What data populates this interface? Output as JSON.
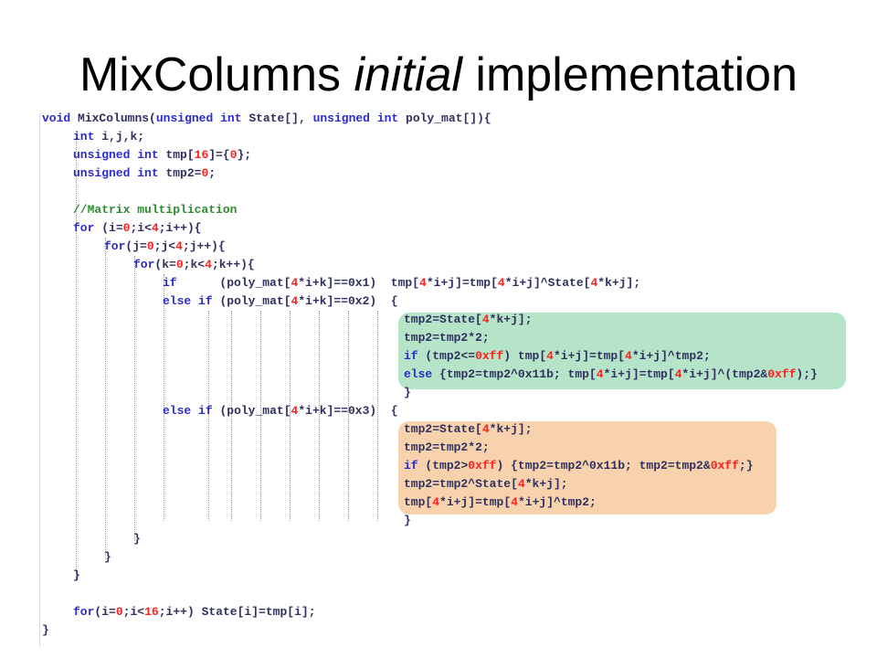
{
  "title": {
    "prefix": "MixColumns ",
    "italic": "initial",
    "suffix": " implementation"
  },
  "code": {
    "line_01": [
      "void MixColumns(unsigned int State[], unsigned int poly_mat[]){"
    ],
    "line_02": [
      "int i,j,k;"
    ],
    "line_03": [
      "unsigned int tmp[16]={0};"
    ],
    "line_04": [
      "unsigned int tmp2=0;"
    ],
    "line_05": [
      "//Matrix multiplication"
    ],
    "line_06": [
      "for (i=0;i<4;i++){"
    ],
    "line_07": [
      "for(j=0;j<4;j++){"
    ],
    "line_08": [
      "for(k=0;k<4;k++){"
    ],
    "line_09": [
      "if      (poly_mat[4*i+k]==0x1)  tmp[4*i+j]=tmp[4*i+j]^State[4*k+j];"
    ],
    "line_10": [
      "else if (poly_mat[4*i+k]==0x2)  {"
    ],
    "line_11": [
      "tmp2=State[4*k+j];"
    ],
    "line_12": [
      "tmp2=tmp2*2;"
    ],
    "line_13": [
      "if (tmp2<=0xff) tmp[4*i+j]=tmp[4*i+j]^tmp2;"
    ],
    "line_14": [
      "else {tmp2=tmp2^0x11b; tmp[4*i+j]=tmp[4*i+j]^(tmp2&0xff);}"
    ],
    "line_15": [
      "}"
    ],
    "line_16": [
      "else if (poly_mat[4*i+k]==0x3)  {"
    ],
    "line_17": [
      "tmp2=State[4*k+j];"
    ],
    "line_18": [
      "tmp2=tmp2*2;"
    ],
    "line_19": [
      "if (tmp2>0xff) {tmp2=tmp2^0x11b; tmp2=tmp2&0xff;}"
    ],
    "line_20": [
      "tmp2=tmp2^State[4*k+j];"
    ],
    "line_21": [
      "tmp[4*i+j]=tmp[4*i+j]^tmp2;"
    ],
    "line_22": [
      "}"
    ],
    "line_23": [
      "}"
    ],
    "line_24": [
      "}"
    ],
    "line_25": [
      "}"
    ],
    "line_26": [
      "for(i=0;i<16;i++) State[i]=tmp[i];"
    ],
    "line_27": [
      "}"
    ]
  },
  "colors": {
    "keyword": "#2b2bd0",
    "comment": "#2e8b2e",
    "number": "#ff2020",
    "text": "#303060",
    "highlight_green": "#b6e4c8",
    "highlight_orange": "#f7d2ad"
  }
}
